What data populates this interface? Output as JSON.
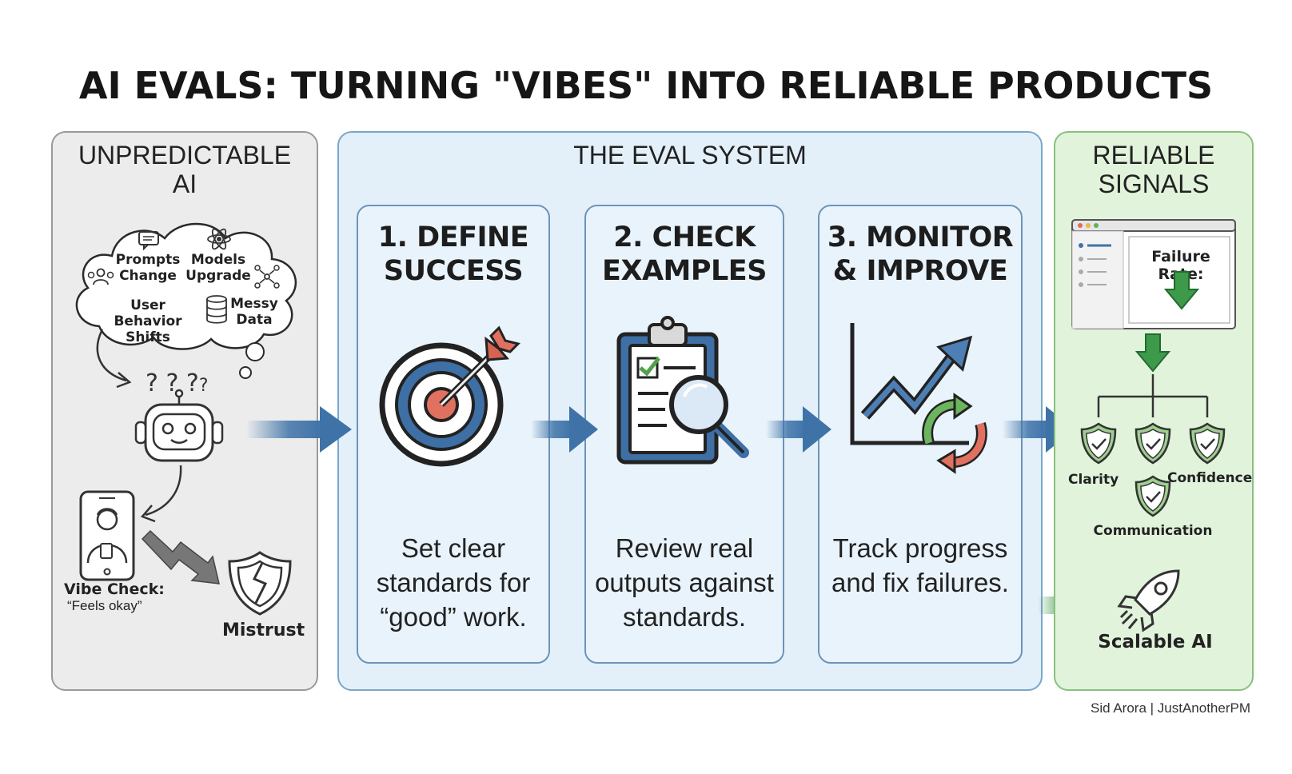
{
  "title": "AI EVALS: TURNING \"VIBES\" INTO RELIABLE PRODUCTS",
  "left": {
    "heading_line1": "UNPREDICTABLE",
    "heading_line2": "AI",
    "cloud_items": {
      "prompts_line1": "Prompts",
      "prompts_line2": "Change",
      "models_line1": "Models",
      "models_line2": "Upgrade",
      "behavior_line1": "User Behavior",
      "behavior_line2": "Shifts",
      "data_line1": "Messy",
      "data_line2": "Data"
    },
    "vibe_check_label": "Vibe Check:",
    "vibe_check_quote": "“Feels okay”",
    "mistrust_label": "Mistrust"
  },
  "middle": {
    "heading": "THE EVAL SYSTEM",
    "steps": [
      {
        "title_line1": "1. DEFINE",
        "title_line2": "SUCCESS",
        "desc_line1": "Set clear",
        "desc_line2": "standards for",
        "desc_line3": "“good” work."
      },
      {
        "title_line1": "2. CHECK",
        "title_line2": "EXAMPLES",
        "desc_line1": "Review real",
        "desc_line2": "outputs against",
        "desc_line3": "standards."
      },
      {
        "title_line1": "3. MONITOR",
        "title_line2": "& IMPROVE",
        "desc_line1": "Track progress",
        "desc_line2": "and fix failures.",
        "desc_line3": ""
      }
    ]
  },
  "right": {
    "heading_line1": "RELIABLE",
    "heading_line2": "SIGNALS",
    "dashboard_label": "Failure Rate:",
    "signals": {
      "clarity": "Clarity",
      "confidence": "Confidence",
      "communication": "Communication"
    },
    "scalable_label": "Scalable AI"
  },
  "credit": "Sid Arora | JustAnotherPM",
  "colors": {
    "left_bg": "#ececec",
    "mid_bg": "#e3f0fa",
    "right_bg": "#e2f3dc",
    "arrow_blue": "#3f73a8",
    "arrow_green": "#3d9a4a",
    "target_red": "#e07060"
  },
  "icons": [
    "chat-icon",
    "atom-icon",
    "users-icon",
    "network-icon",
    "database-icon",
    "robot-icon",
    "phone-user-icon",
    "zigzag-arrow-icon",
    "broken-shield-icon",
    "target-icon",
    "clipboard-magnifier-icon",
    "growth-chart-icon",
    "refresh-icon",
    "dashboard-icon",
    "down-arrow-icon",
    "shield-check-icon",
    "rocket-icon"
  ]
}
